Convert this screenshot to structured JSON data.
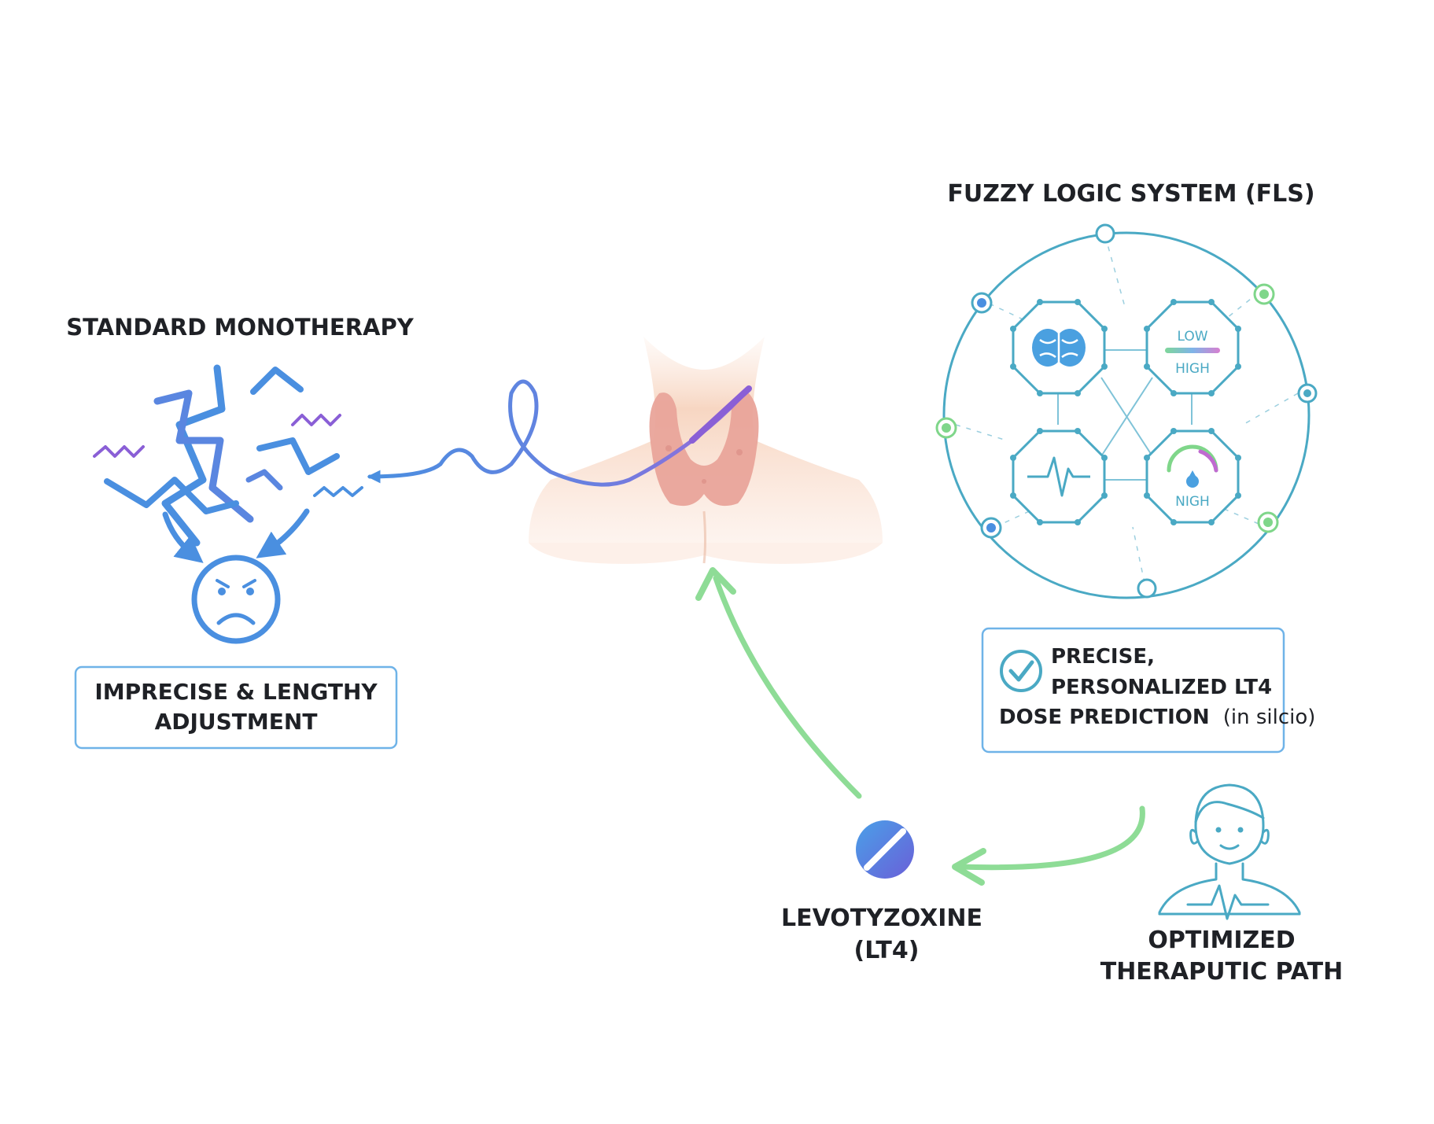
{
  "left": {
    "title": "STANDARD MONOTHERAPY",
    "box_line1": "IMPRECISE & LENGTHY",
    "box_line2": "ADJUSTMENT"
  },
  "right": {
    "title": "FUZZY LOGIC SYSTEM (FLS)",
    "gauge1_low": "LOW",
    "gauge1_high": "HIGH",
    "gauge2_label": "NIGH",
    "box_line1": "PRECISE,",
    "box_line2": "PERSONALIZED LT4",
    "box_line3": "DOSE PREDICTION",
    "box_line3_suffix": "(in silcio)"
  },
  "drug": {
    "line1": "LEVOTYZOXINE",
    "line2": "(LT4)"
  },
  "patient": {
    "line1": "OPTIMIZED",
    "line2": "THERAPUTIC PATH"
  },
  "colors": {
    "blue": "#4a8fe0",
    "purple": "#8a5fd6",
    "teal": "#4aa9c4",
    "green": "#6fd27a",
    "skin": "#f6d3bf",
    "thyroid": "#e9a49a"
  }
}
